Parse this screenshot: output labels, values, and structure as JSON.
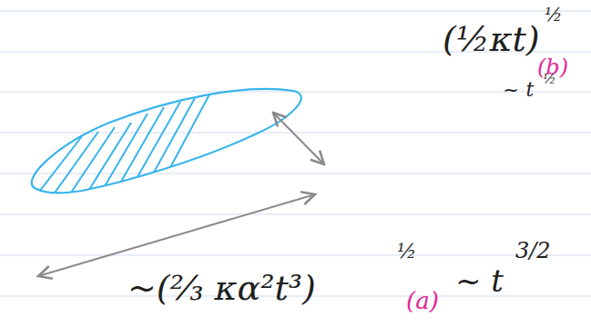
{
  "diagram": {
    "labels": [
      "(½κt)",
      "½",
      "(b)",
      "~ t",
      "½",
      "~(⅔ κα²t³)",
      "½",
      "~ t",
      "3/2",
      "(a)"
    ]
  }
}
